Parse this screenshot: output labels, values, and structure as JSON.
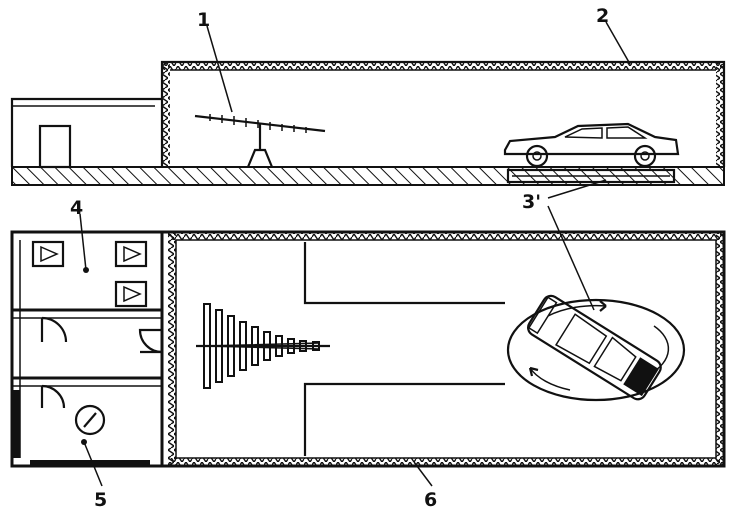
{
  "labels": {
    "antenna": "1",
    "chamber": "2",
    "turntable": "3'",
    "control_room": "4",
    "measurement_room": "5",
    "absorber_wall": "6"
  },
  "colors": {
    "ink": "#111111",
    "background": "#ffffff"
  },
  "icons": [
    "log-periodic-antenna-icon",
    "car-icon",
    "turntable-icon",
    "speaker-icon",
    "gauge-icon"
  ]
}
